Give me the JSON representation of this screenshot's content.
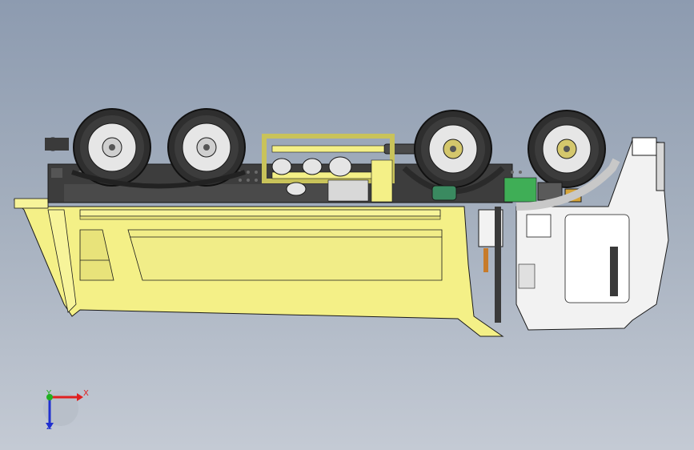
{
  "viewport": {
    "model": "dump-truck-side-view",
    "background_top": "#8d9bb0",
    "background_bottom": "#c4cad4"
  },
  "colors": {
    "body_yellow": "#f4f087",
    "body_yellow_dark": "#c9c35a",
    "tire": "#2e2e2e",
    "rim": "#e6e6e6",
    "chassis": "#3a3a3a",
    "cab_white": "#f2f2f2",
    "green_part": "#3fae56",
    "outline": "#1a1a1a"
  },
  "triad": {
    "x_label": "X",
    "y_label": "Y",
    "z_label": "Z",
    "x_color": "#e02020",
    "y_color": "#20b020",
    "z_color": "#2030d0"
  }
}
